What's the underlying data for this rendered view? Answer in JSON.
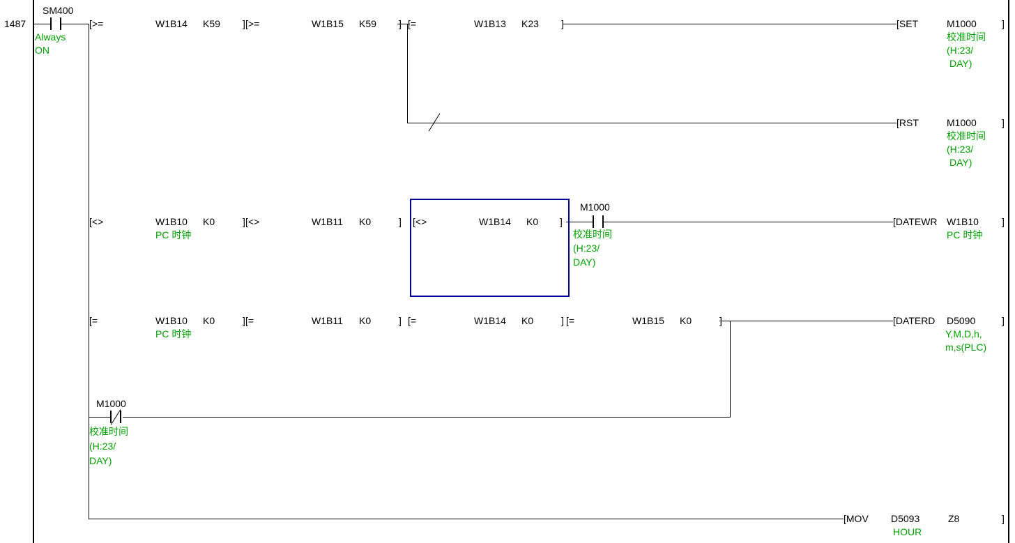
{
  "ladder": {
    "step_number": "1487",
    "colors": {
      "comment": "#00A000",
      "wire": "#000000",
      "selection": "#000099",
      "background": "#FFFFFF"
    },
    "sm400": {
      "label": "SM400",
      "comment_l1": "Always",
      "comment_l2": "ON"
    },
    "m1000_no": {
      "label": "M1000",
      "comment_l1": "校准时间",
      "comment_l2": "(H:23/",
      "comment_l3": "DAY)"
    },
    "m1000_nc": {
      "label": "M1000",
      "comment_l1": "校准时间",
      "comment_l2": "(H:23/",
      "comment_l3": "DAY)"
    },
    "row1": {
      "cmp": [
        {
          "open": "[>=",
          "device": "W1B14",
          "constant": "K59",
          "close": "]"
        },
        {
          "open": "[>=",
          "device": "W1B15",
          "constant": "K59",
          "close": "]"
        },
        {
          "open": "[=",
          "device": "W1B13",
          "constant": "K23",
          "close": "]"
        }
      ],
      "out": {
        "open": "[SET",
        "operand": "M1000",
        "close": "]",
        "comment_l1": "校准时间",
        "comment_l2": "(H:23/",
        "comment_l3": "DAY)"
      }
    },
    "row2": {
      "out": {
        "open": "[RST",
        "operand": "M1000",
        "close": "]",
        "comment_l1": "校准时间",
        "comment_l2": "(H:23/",
        "comment_l3": "DAY)"
      }
    },
    "row3": {
      "cmp": [
        {
          "open": "[<>",
          "device": "W1B10",
          "constant": "K0",
          "close": "]",
          "device_comment": "PC 时钟"
        },
        {
          "open": "[<>",
          "device": "W1B11",
          "constant": "K0",
          "close": "]"
        },
        {
          "open": "[<>",
          "device": "W1B14",
          "constant": "K0",
          "close": "]"
        }
      ],
      "out": {
        "open": "[DATEWR",
        "operand": "W1B10",
        "close": "]",
        "device_comment": "PC 时钟"
      }
    },
    "row4": {
      "cmp": [
        {
          "open": "[=",
          "device": "W1B10",
          "constant": "K0",
          "close": "]",
          "device_comment": "PC 时钟"
        },
        {
          "open": "[=",
          "device": "W1B11",
          "constant": "K0",
          "close": "]"
        },
        {
          "open": "[=",
          "device": "W1B14",
          "constant": "K0",
          "close": "]"
        },
        {
          "open": "[=",
          "device": "W1B15",
          "constant": "K0",
          "close": "]"
        }
      ],
      "out": {
        "open": "[DATERD",
        "operand": "D5090",
        "close": "]",
        "comment_l1": "Y,M,D,h,",
        "comment_l2": "m,s(PLC)"
      }
    },
    "row6": {
      "out": {
        "open": "[MOV",
        "source": "D5093",
        "dest": "Z8",
        "close": "]",
        "device_comment": "HOUR"
      }
    }
  }
}
